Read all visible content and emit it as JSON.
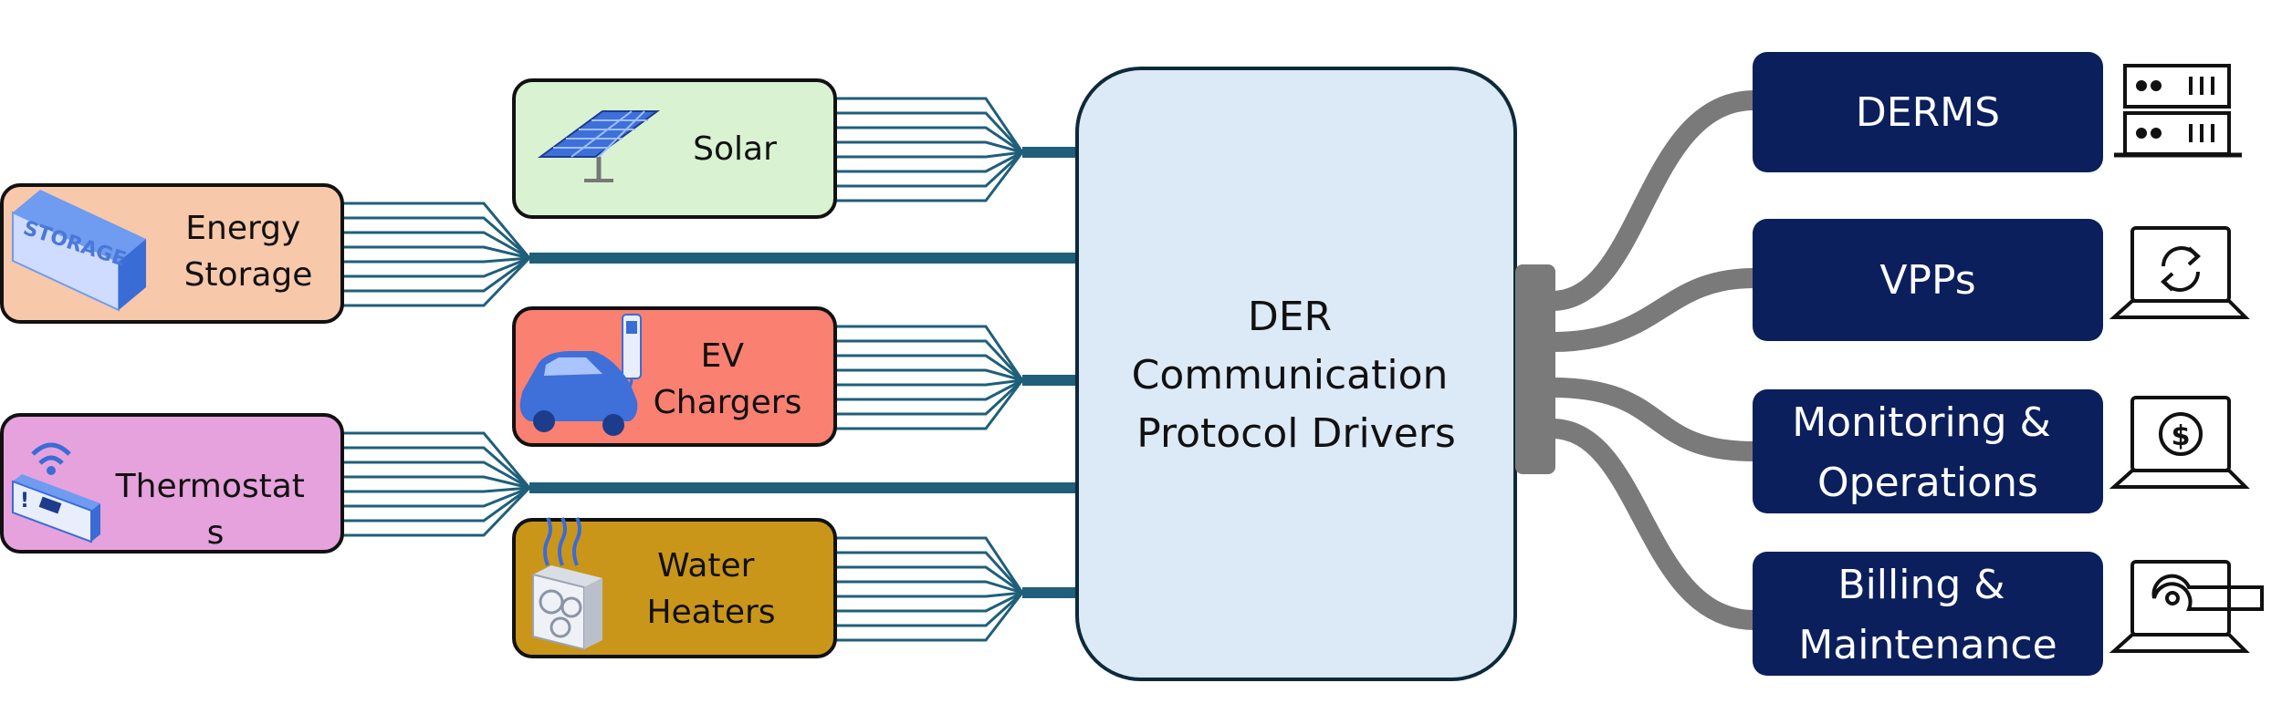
{
  "diagram": {
    "hub": {
      "label_lines": [
        "DER",
        "Communication",
        "Protocol Drivers"
      ],
      "fill": "#dce9f6",
      "stroke": "#0d2a3a"
    },
    "sources": [
      {
        "id": "solar",
        "label_lines": [
          "Solar"
        ],
        "fill": "#d9f2d2",
        "icon": "solar-panel-icon"
      },
      {
        "id": "energy-storage",
        "label_lines": [
          "Energy",
          "Storage"
        ],
        "fill": "#f8c8aa",
        "icon": "storage-unit-icon"
      },
      {
        "id": "ev-chargers",
        "label_lines": [
          "EV",
          "Chargers"
        ],
        "fill": "#fa8072",
        "icon": "ev-car-charger-icon"
      },
      {
        "id": "thermostats",
        "label_lines": [
          "Thermostat",
          "s"
        ],
        "fill": "#e6a2dc",
        "icon": "smart-thermostat-icon"
      },
      {
        "id": "water-heaters",
        "label_lines": [
          "Water",
          "Heaters"
        ],
        "fill": "#c9961a",
        "icon": "water-heater-icon"
      }
    ],
    "systems": [
      {
        "id": "derms",
        "label_lines": [
          "DERMS"
        ],
        "icon": "server-rack-icon"
      },
      {
        "id": "vpps",
        "label_lines": [
          "VPPs"
        ],
        "icon": "laptop-sync-icon"
      },
      {
        "id": "monitoring-operations",
        "label_lines": [
          "Monitoring &",
          "Operations"
        ],
        "icon": "laptop-dollar-icon"
      },
      {
        "id": "billing-maintenance",
        "label_lines": [
          "Billing &",
          "Maintenance"
        ],
        "icon": "laptop-wrench-icon"
      }
    ],
    "colors": {
      "source_stroke": "#111111",
      "wire": "#1f5f7a",
      "system_fill": "#0b1f5c",
      "cable": "#7a7a7a",
      "icon_stroke": "#111111"
    }
  }
}
